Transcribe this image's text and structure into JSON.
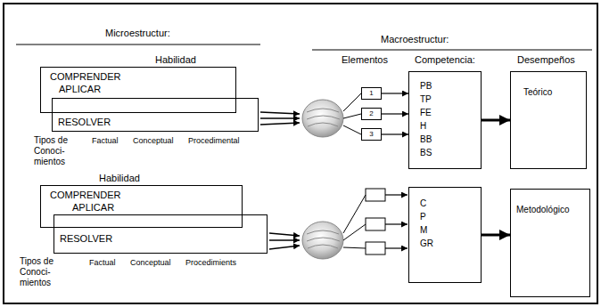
{
  "diagram": {
    "nodes": [
      {
        "text": [
          "Habilidad",
          "COMPRENDER",
          "APLICAR"
        ]
      },
      {
        "text": [
          "RESOLVER"
        ]
      },
      {
        "text": [
          "1"
        ]
      },
      {
        "text": [
          "2"
        ]
      },
      {
        "text": [
          "3"
        ]
      },
      {
        "text": [
          "PB TP FE H BB BS"
        ]
      },
      {
        "text": [
          "Teórico"
        ]
      },
      {
        "text": [
          "Habilidad",
          "COMPRENDER",
          "APLICAR"
        ]
      },
      {
        "text": [
          "RESOLVER"
        ]
      },
      {
        "text": [
          "C P M GR"
        ]
      },
      {
        "text": [
          "Metodológico"
        ]
      }
    ],
    "edges": [
      {
        "from": 2,
        "to": 5,
        "arrow": "to"
      },
      {
        "from": 3,
        "to": 5,
        "arrow": "to"
      },
      {
        "from": 4,
        "to": 5,
        "arrow": "to"
      },
      {
        "from": 5,
        "to": 6,
        "arrow": "to"
      },
      {
        "from": 9,
        "to": 10,
        "arrow": "to"
      }
    ],
    "labels": [
      "Microestructur:",
      "Macroestructur:",
      "Elementos",
      "Competencia:",
      "Desempeños",
      "Tipos de Conoci- mientos",
      "Factual Conceptual Procedimental",
      "Tipos de Conoci- mientos",
      "Factual Conceptual Procedimients"
    ]
  }
}
